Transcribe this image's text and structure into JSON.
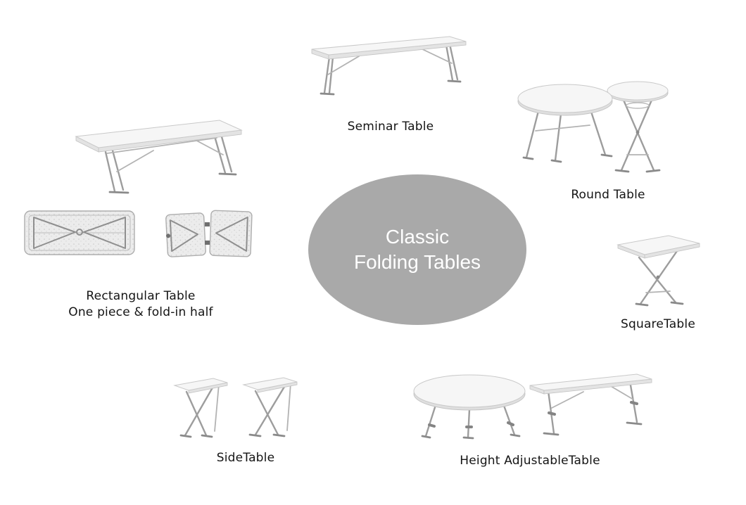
{
  "page": {
    "background": "#ffffff"
  },
  "center_badge": {
    "title_line1": "Classic",
    "title_line2": "Folding Tables",
    "bg_color": "#a9a9a9",
    "text_color": "#ffffff"
  },
  "products": {
    "seminar": {
      "label": "Seminar Table",
      "image": "seminar-folding-table-photo"
    },
    "round": {
      "label": "Round Table",
      "image": "round-table-and-bar-table-photo"
    },
    "rectangular": {
      "label": "Rectangular Table",
      "sublabel": "One piece & fold-in half",
      "image": "rectangular-table-open-and-folded-photos"
    },
    "square": {
      "label": "SquareTable",
      "image": "square-folding-table-photo"
    },
    "side": {
      "label": "SideTable",
      "image": "two-side-tables-photo"
    },
    "height_adjustable": {
      "label": "Height AdjustableTable",
      "image": "height-adjustable-round-and-rect-tables-photo"
    }
  }
}
